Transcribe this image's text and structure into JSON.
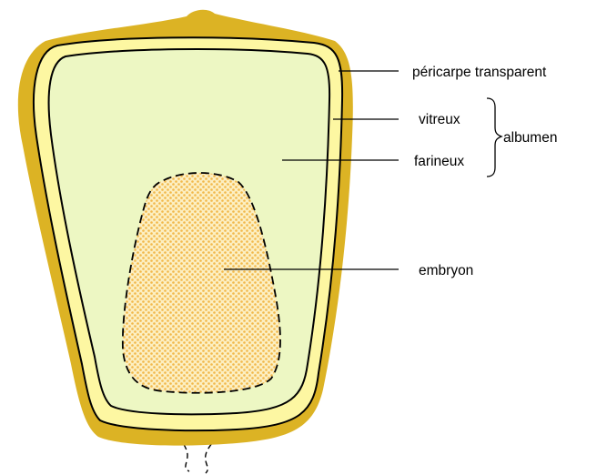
{
  "labels": {
    "pericarp": "péricarpe transparent",
    "vitreous": "vitreux",
    "floury": "farineux",
    "endosperm_group": "albumen",
    "embryo": "embryon"
  },
  "colors": {
    "pericarp": "#DCB324",
    "outer_band": "#FDF7A2",
    "endosperm": "#EDF7C3",
    "embryo_dots": "#F2B84A",
    "embryo_bg": "#FCEFC2",
    "outline": "#000000"
  }
}
